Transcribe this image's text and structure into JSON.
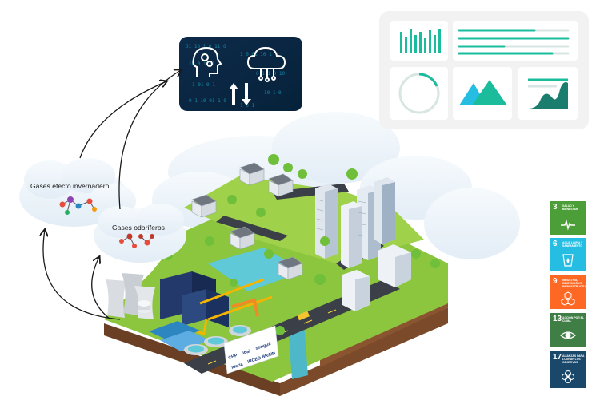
{
  "labels": {
    "greenhouse": "Gases efecto invernadero",
    "odor": "Gases odoríferos"
  },
  "partners": [
    "CHP",
    "ibai",
    "sorigué",
    "ideria",
    "IRCEO",
    "BRAIN"
  ],
  "sdg": [
    {
      "number": "3",
      "text": "SALUD Y BIENESTAR",
      "color": "#4C9F38",
      "icon": "heartbeat-icon"
    },
    {
      "number": "6",
      "text": "AGUA LIMPIA Y SANEAMIENTO",
      "color": "#26BDE2",
      "icon": "water-drop-icon"
    },
    {
      "number": "9",
      "text": "INDUSTRIA, INNOVACIÓN E INFRAESTRUCTURA",
      "color": "#FD6925",
      "icon": "cubes-icon"
    },
    {
      "number": "13",
      "text": "ACCIÓN POR EL CLIMA",
      "color": "#3F7E44",
      "icon": "eye-earth-icon"
    },
    {
      "number": "17",
      "text": "ALIANZAS PARA LOGRAR LOS OBJETIVOS",
      "color": "#19486A",
      "icon": "flower-rings-icon"
    }
  ],
  "colors": {
    "accent": "#1abc9c",
    "ground": "#8cc63f",
    "soil": "#7a4a2a",
    "water": "#5fc9d8",
    "panel": "#0b1f3d"
  }
}
